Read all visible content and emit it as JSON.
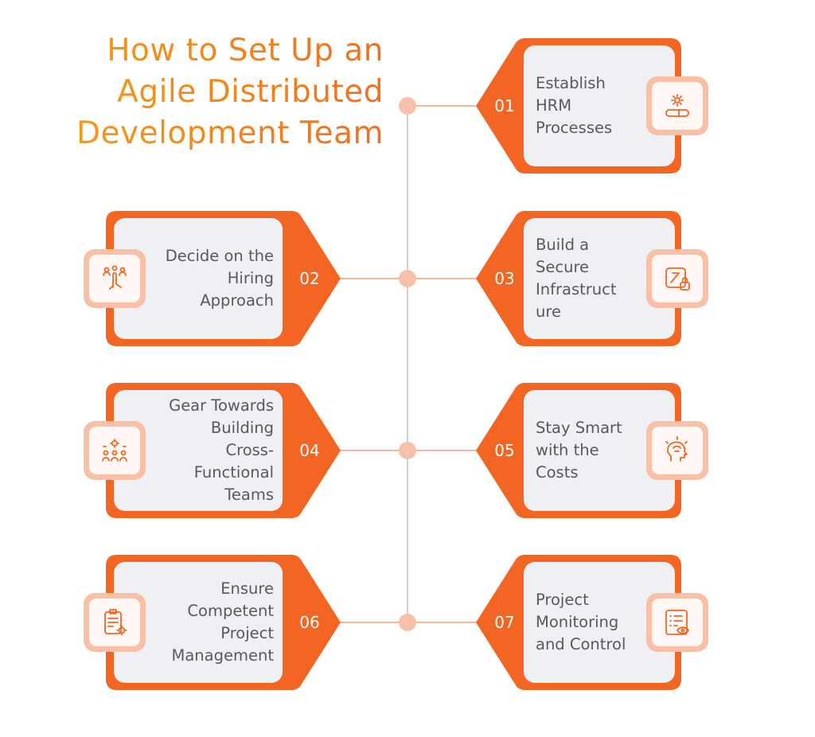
{
  "title": {
    "line1": "How to Set Up an",
    "line2": "Agile Distributed",
    "line3": "Development Team"
  },
  "colors": {
    "orange": "#f26522",
    "icon_bg": "#f8c0a6",
    "card_bg": "#eff0f3",
    "dot": "#f6c1a8"
  },
  "steps": [
    {
      "number": "01",
      "label": "Establish\nHRM\nProcesses",
      "side": "right",
      "icon": "gear-toggle-icon"
    },
    {
      "number": "02",
      "label": "Decide on the\nHiring\nApproach",
      "side": "left",
      "icon": "people-select-icon"
    },
    {
      "number": "03",
      "label": "Build a\nSecure\nInfrastruct\nure",
      "side": "right",
      "icon": "secure-lock-icon"
    },
    {
      "number": "04",
      "label": "Gear Towards\nBuilding\nCross-\nFunctional\nTeams",
      "side": "left",
      "icon": "team-gear-icon"
    },
    {
      "number": "05",
      "label": "Stay Smart\nwith the\nCosts",
      "side": "right",
      "icon": "brain-head-icon"
    },
    {
      "number": "06",
      "label": "Ensure\nCompetent\nProject\nManagement",
      "side": "left",
      "icon": "clipboard-gear-icon"
    },
    {
      "number": "07",
      "label": "Project\nMonitoring\nand Control",
      "side": "right",
      "icon": "checklist-eye-icon"
    }
  ]
}
